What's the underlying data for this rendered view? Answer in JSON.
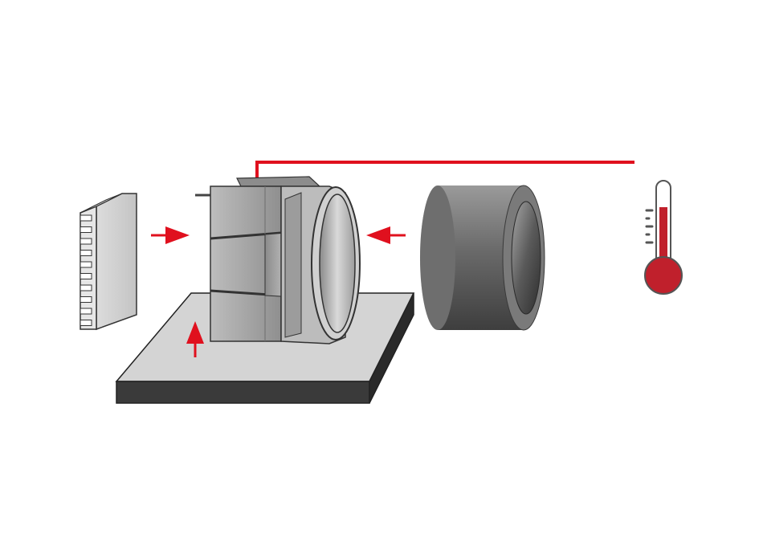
{
  "diagram": {
    "components": [
      {
        "name": "heat-sink",
        "icon": "finned-heatsink"
      },
      {
        "name": "mounting-plate",
        "icon": "flat-plate"
      },
      {
        "name": "bobbin-core-holder",
        "icon": "ribbed-bobbin"
      },
      {
        "name": "ferrite-ring",
        "icon": "cylindrical-sleeve"
      },
      {
        "name": "thermometer",
        "icon": "thermometer-icon"
      }
    ],
    "arrows": [
      "from-heat-sink",
      "from-ferrite-ring",
      "from-plate"
    ],
    "colors": {
      "accent": "#e0101e",
      "thermo_fill": "#c0202c",
      "plate_top": "#d4d4d4",
      "plate_side": "#3a3a3a",
      "metal_light": "#cfcfcf",
      "metal_mid": "#9a9a9a",
      "metal_dark": "#4a4a4a"
    }
  }
}
